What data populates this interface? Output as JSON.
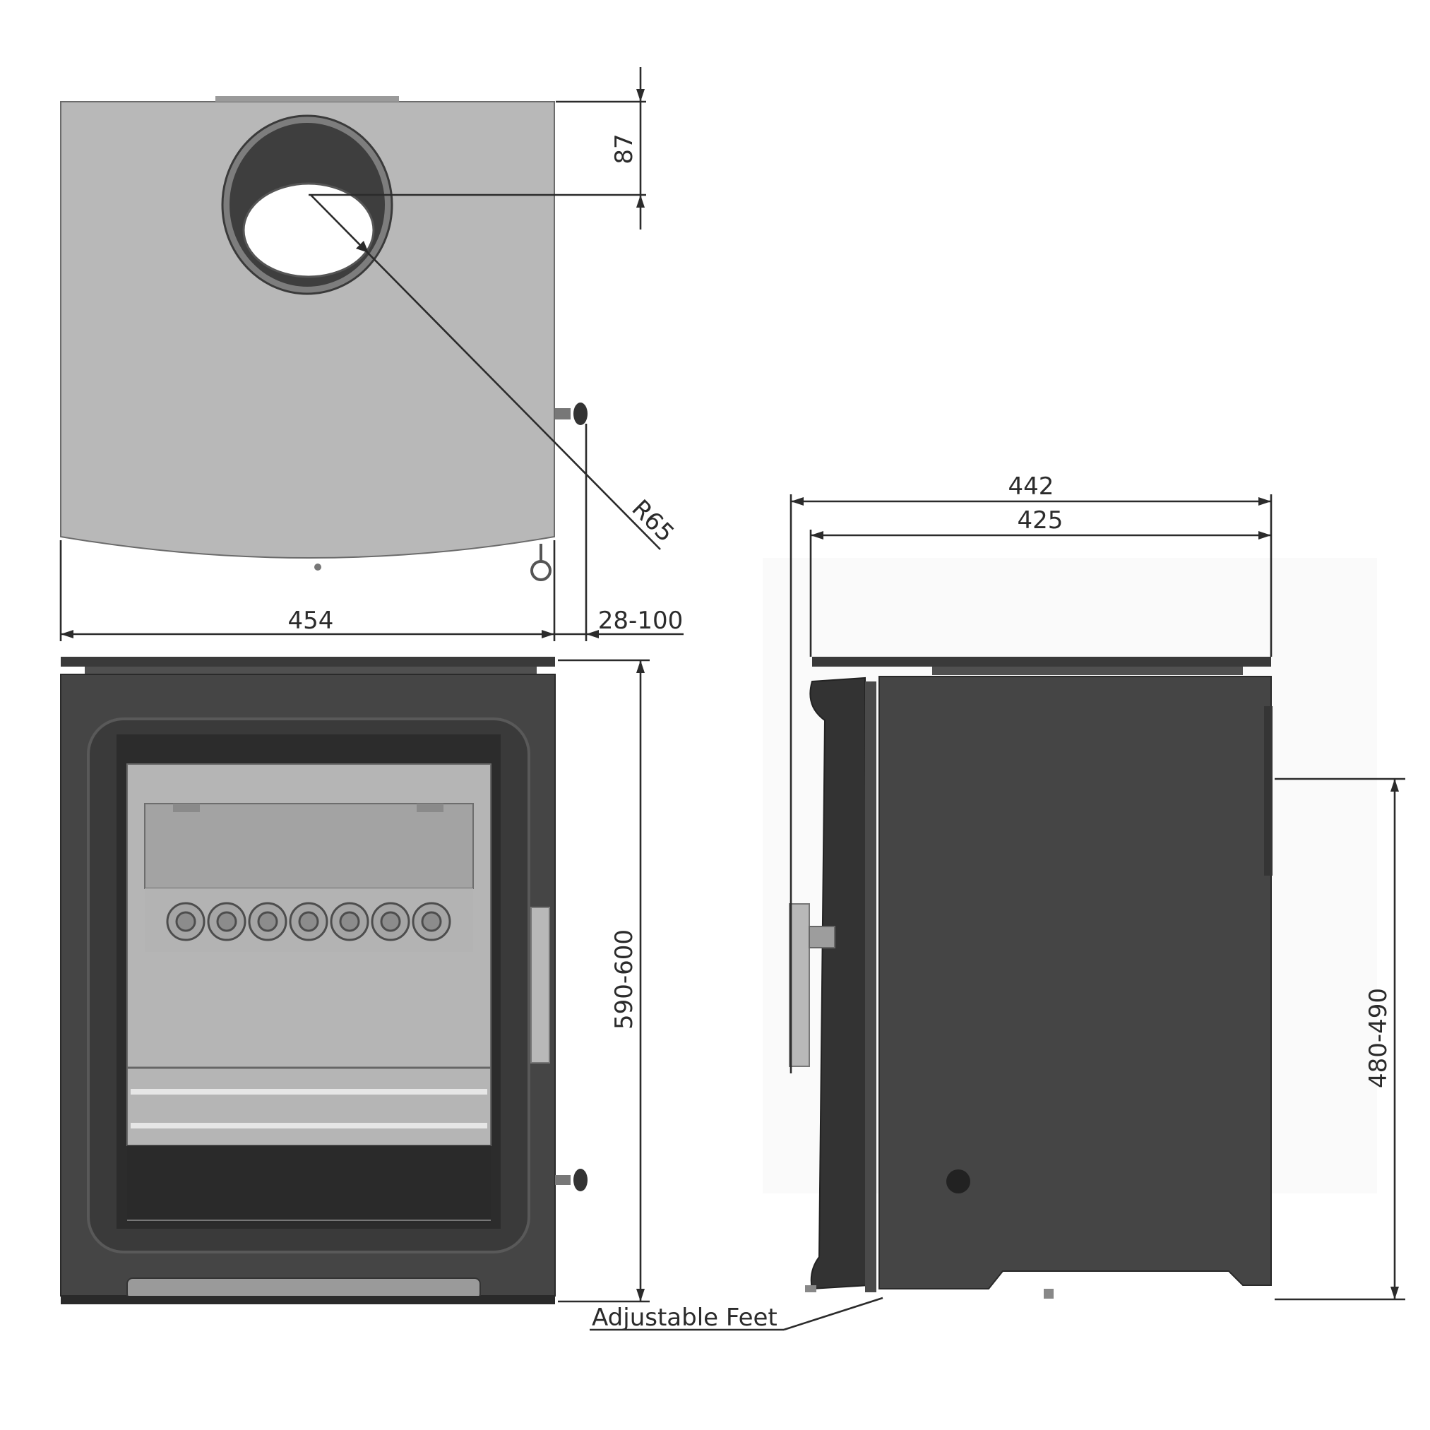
{
  "drawing": {
    "dimensions": {
      "top_width": "454",
      "flue_offset": "87",
      "flue_radius": "R65",
      "rear_clearance": "28-100",
      "front_height": "590-600",
      "side_overall_depth": "442",
      "side_body_depth": "425",
      "rear_flue_height": "480-490"
    },
    "callouts": {
      "adjustable_feet": "Adjustable Feet"
    },
    "colors": {
      "top_view_fill": "#b8b8b8",
      "body_dark": "#454545",
      "body_darker": "#2e2e2e",
      "firebox_grey": "#b5b5b5",
      "line": "#2b2b2b"
    }
  }
}
